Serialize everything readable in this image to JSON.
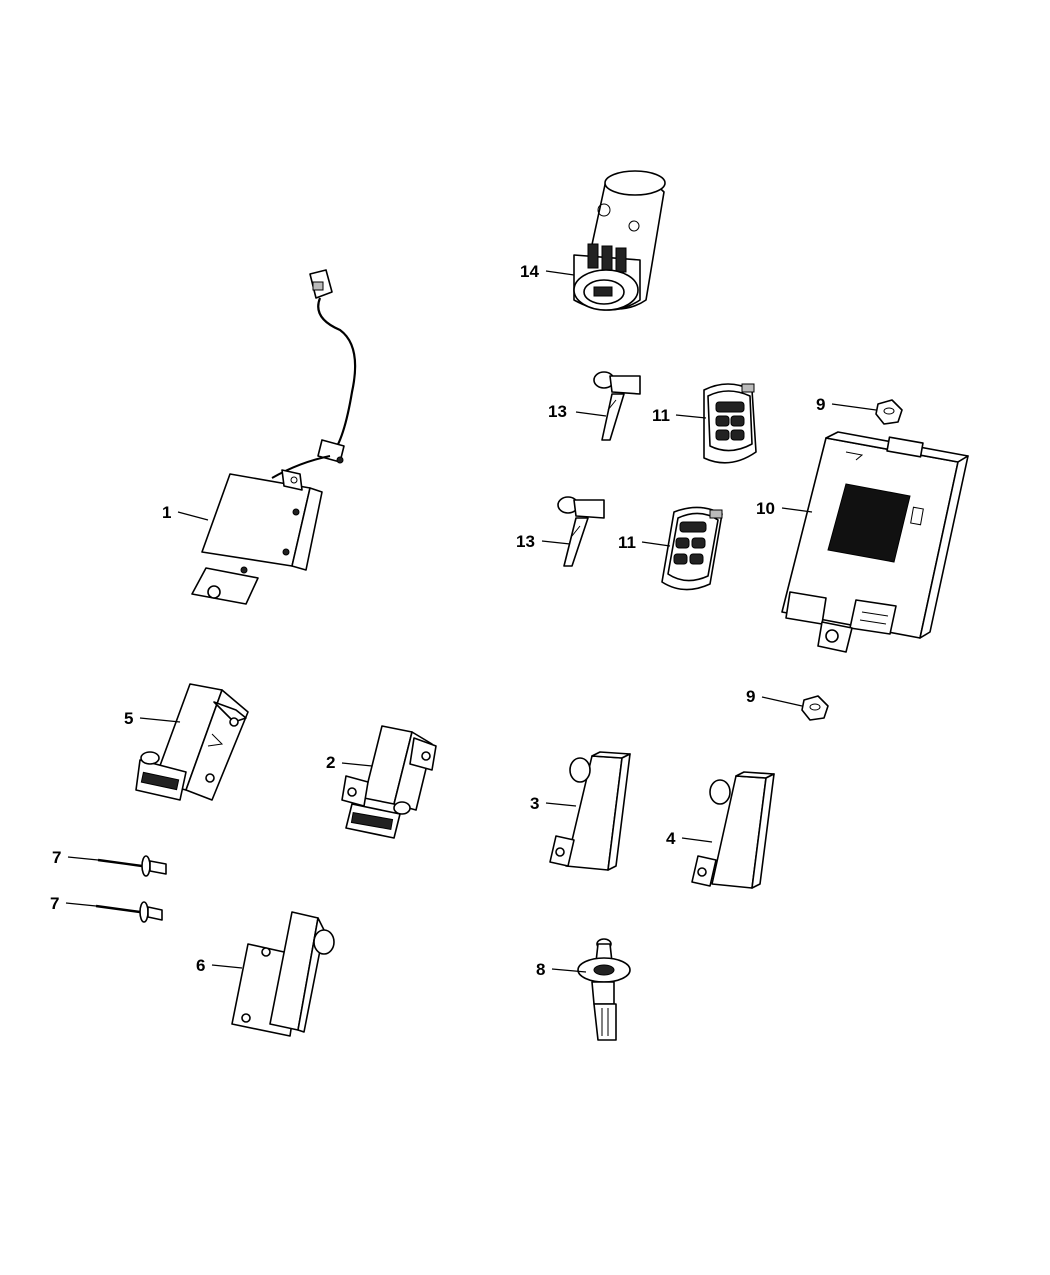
{
  "callouts": {
    "c1": "1",
    "c2": "2",
    "c3": "3",
    "c4": "4",
    "c5": "5",
    "c6": "6",
    "c7a": "7",
    "c7b": "7",
    "c8": "8",
    "c9a": "9",
    "c9b": "9",
    "c10": "10",
    "c11a": "11",
    "c11b": "11",
    "c13a": "13",
    "c13b": "13",
    "c14": "14"
  }
}
